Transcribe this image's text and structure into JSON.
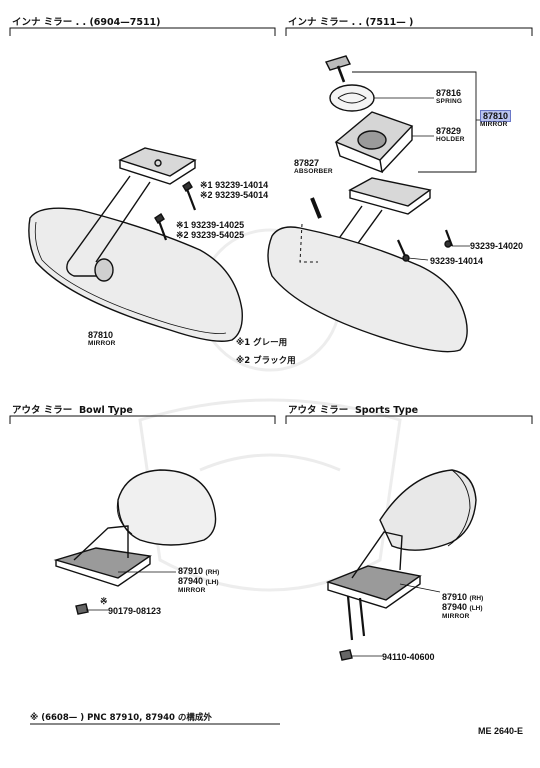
{
  "sections": {
    "inner_early": {
      "title": "インナ ミラー . . (6904—7511)"
    },
    "inner_late": {
      "title": "インナ ミラー . . (7511—        )"
    },
    "outer_bowl": {
      "title": "アウタ ミラー",
      "type": "Bowl Type"
    },
    "outer_sports": {
      "title": "アウタ ミラー",
      "type": "Sports Type"
    }
  },
  "inner_early_labels": {
    "mirror_no": "87810",
    "mirror_name": "MIRROR",
    "screw1_mark": "※1",
    "screw1_no": "93239-14014",
    "screw1b_mark": "※2",
    "screw1b_no": "93239-54014",
    "screw2_mark": "※1",
    "screw2_no": "93239-14025",
    "screw2b_mark": "※2",
    "screw2b_no": "93239-54025"
  },
  "inner_late_labels": {
    "spring_no": "87816",
    "spring_name": "SPRING",
    "mirror_no": "87810",
    "mirror_name": "MIRROR",
    "holder_no": "87829",
    "holder_name": "HOLDER",
    "absorber_no": "87827",
    "absorber_name": "ABSORBER",
    "screw_a_no": "93239-14020",
    "screw_b_no": "93239-14014"
  },
  "legend": {
    "item1": "※1 グレー用",
    "item2": "※2 ブラック用"
  },
  "bowl_labels": {
    "rh_no": "87910",
    "rh_tag": "(RH)",
    "lh_no": "87940",
    "lh_tag": "(LH)",
    "name": "MIRROR",
    "nut_mark": "※",
    "nut_no": "90179-08123"
  },
  "sports_labels": {
    "rh_no": "87910",
    "rh_tag": "(RH)",
    "lh_no": "87940",
    "lh_tag": "(LH)",
    "name": "MIRROR",
    "nut_no": "94110-40600"
  },
  "footer": {
    "note": "※ (6608—        ) PNC 87910, 87940 の構成外",
    "code": "ME 2640-E"
  }
}
